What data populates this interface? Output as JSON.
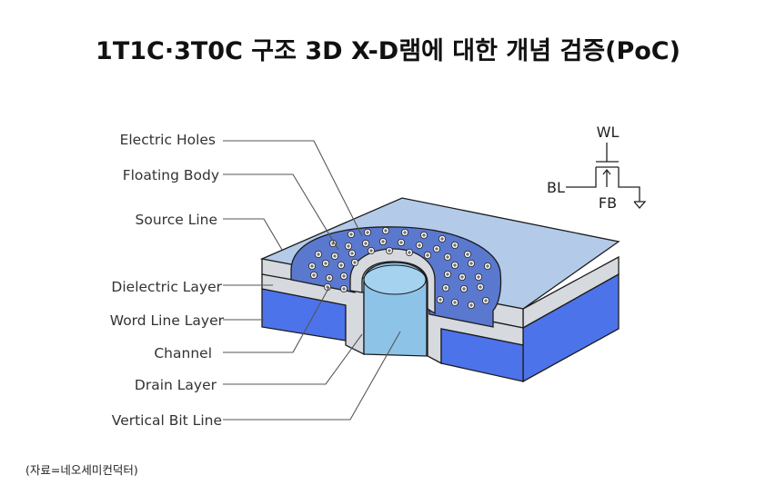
{
  "title": "1T1C·3T0C 구조  3D X-D램에 대한 개념 검증(PoC)",
  "labels": {
    "electric_holes": "Electric Holes",
    "floating_body": "Floating Body",
    "source_line": "Source Line",
    "dielectric_layer": "Dielectric Layer",
    "word_line_layer": "Word Line Layer",
    "channel": "Channel",
    "drain_layer": "Drain Layer",
    "vertical_bit_line": "Vertical Bit Line"
  },
  "schematic": {
    "wl": "WL",
    "bl": "BL",
    "fb": "FB"
  },
  "hole_symbol": "+",
  "source": "(자료=네오세미컨덕터)",
  "colors": {
    "top_surface": "#b3cbe9",
    "floating_body": "#5b78cf",
    "word_line": "#4d73ea",
    "dielectric": "#d6d9de",
    "bit_line": "#8ec3e8",
    "outline": "#1c1c1c"
  }
}
